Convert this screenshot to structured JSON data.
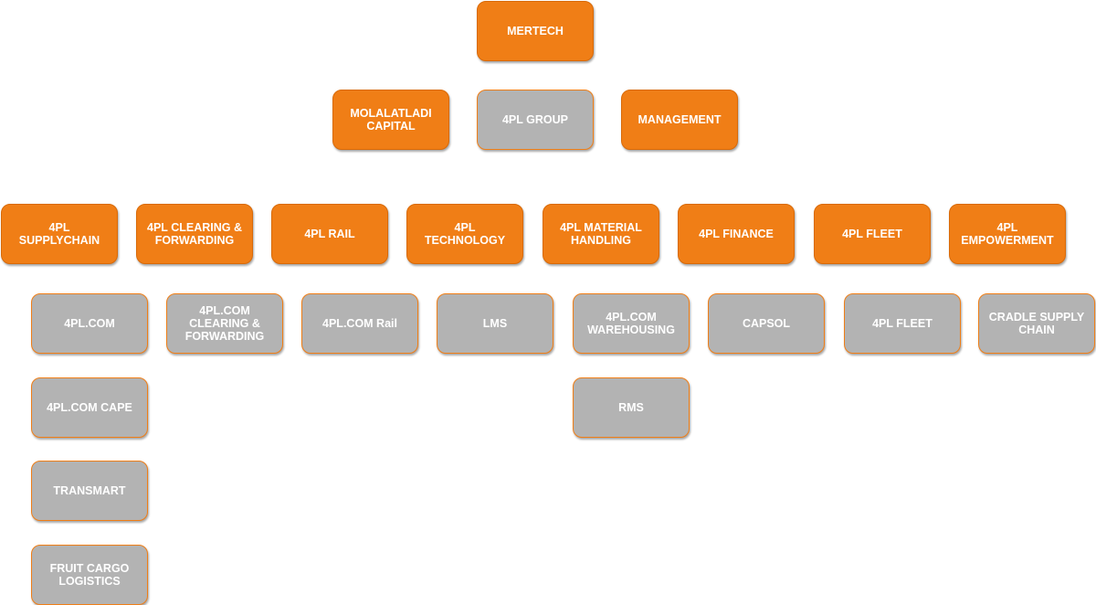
{
  "colors": {
    "orange": "#f07e16",
    "gray": "#b3b3b3"
  },
  "root": {
    "label": "MERTECH"
  },
  "level1": [
    {
      "label": "MOLALATLADI\nCAPITAL",
      "style": "orange"
    },
    {
      "label": "4PL GROUP",
      "style": "gray"
    },
    {
      "label": "MANAGEMENT",
      "style": "orange"
    }
  ],
  "divisions": [
    {
      "label": "4PL SUPPLYCHAIN",
      "children": [
        "4PL.COM",
        "4PL.COM CAPE",
        "TRANSMART",
        "FRUIT CARGO\nLOGISTICS"
      ]
    },
    {
      "label": "4PL CLEARING &\nFORWARDING",
      "children": [
        "4PL.COM\nCLEARING &\nFORWARDING"
      ]
    },
    {
      "label": "4PL RAIL",
      "children": [
        "4PL.COM Rail"
      ]
    },
    {
      "label": "4PL TECHNOLOGY",
      "children": [
        "LMS"
      ]
    },
    {
      "label": "4PL MATERIAL\nHANDLING",
      "children": [
        "4PL.COM\nWAREHOUSING",
        "RMS"
      ]
    },
    {
      "label": "4PL FINANCE",
      "children": [
        "CAPSOL"
      ]
    },
    {
      "label": "4PL FLEET",
      "children": [
        "4PL FLEET"
      ]
    },
    {
      "label": "4PL\nEMPOWERMENT",
      "children": [
        "CRADLE SUPPLY\nCHAIN"
      ]
    }
  ]
}
